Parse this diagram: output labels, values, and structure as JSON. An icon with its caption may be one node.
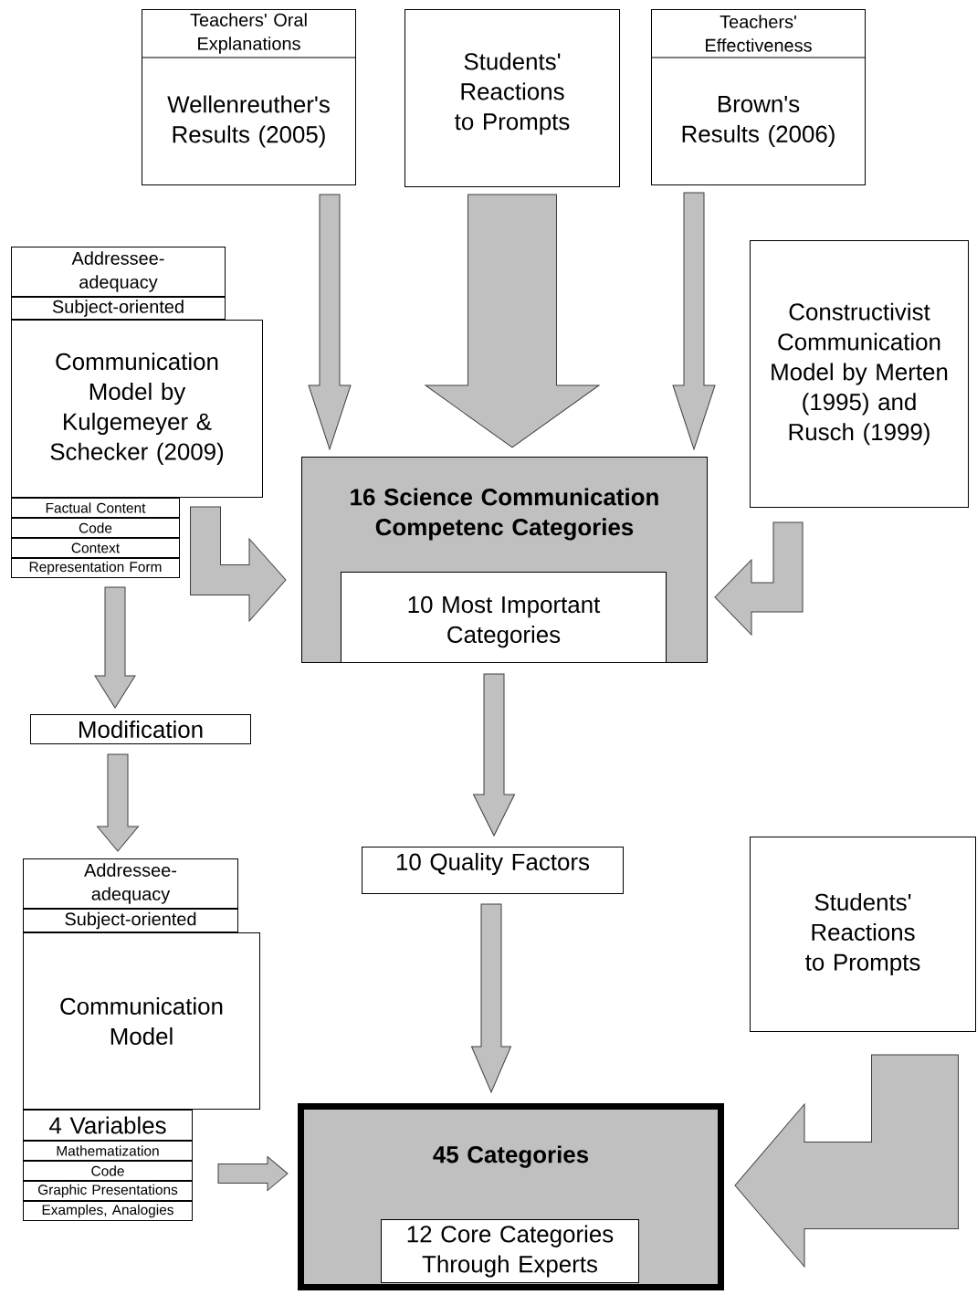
{
  "diagram": {
    "nodes": [
      {
        "text": [
          "Teachers' Oral Explanations",
          "Wellenreuther's Results (2005)"
        ]
      },
      {
        "text": [
          "Students' Reactions to Prompts"
        ]
      },
      {
        "text": [
          "Teachers' Effectiveness",
          "Brown's Results (2006)"
        ]
      },
      {
        "text": [
          "Addressee-adequacy"
        ]
      },
      {
        "text": [
          "Subject-oriented"
        ]
      },
      {
        "text": [
          "Communication Model by Kulgemeyer & Schecker (2009)"
        ]
      },
      {
        "text": [
          "Factual Content"
        ]
      },
      {
        "text": [
          "Code"
        ]
      },
      {
        "text": [
          "Context"
        ]
      },
      {
        "text": [
          "Representation Form"
        ]
      },
      {
        "text": [
          "Constructivist Communication Model by Merten (1995) and Rusch (1999)"
        ]
      },
      {
        "text": [
          "16 Science Communication Competenc Categories"
        ]
      },
      {
        "text": [
          "10 Most Important Categories"
        ],
        "in": 11
      },
      {
        "text": [
          "Modification"
        ]
      },
      {
        "text": [
          "10 Quality Factors"
        ]
      },
      {
        "text": [
          "Addressee-adequacy"
        ]
      },
      {
        "text": [
          "Subject-oriented"
        ]
      },
      {
        "text": [
          "Communication Model"
        ]
      },
      {
        "text": [
          "4 Variables"
        ]
      },
      {
        "text": [
          "Mathematization"
        ]
      },
      {
        "text": [
          "Code"
        ]
      },
      {
        "text": [
          "Graphic Presentations"
        ]
      },
      {
        "text": [
          "Examples, Analogies"
        ]
      },
      {
        "text": [
          "Students' Reactions to Prompts"
        ]
      },
      {
        "text": [
          "45 Categories"
        ]
      },
      {
        "text": [
          "12 Core Categories Through Experts"
        ],
        "in": 24
      }
    ],
    "edges": [
      {
        "from": 0,
        "to": 11,
        "arrow": "to"
      },
      {
        "from": 1,
        "to": 11,
        "arrow": "to"
      },
      {
        "from": 2,
        "to": 11,
        "arrow": "to"
      },
      {
        "from": 5,
        "to": 11,
        "arrow": "to"
      },
      {
        "from": 10,
        "to": 11,
        "arrow": "to"
      },
      {
        "from": 9,
        "to": 13,
        "arrow": "to"
      },
      {
        "from": 13,
        "to": 15,
        "arrow": "to"
      },
      {
        "from": 11,
        "to": 14,
        "arrow": "to"
      },
      {
        "from": 14,
        "to": 24,
        "arrow": "to"
      },
      {
        "from": 18,
        "to": 24,
        "arrow": "to"
      },
      {
        "from": 23,
        "to": 24,
        "arrow": "to"
      }
    ]
  }
}
